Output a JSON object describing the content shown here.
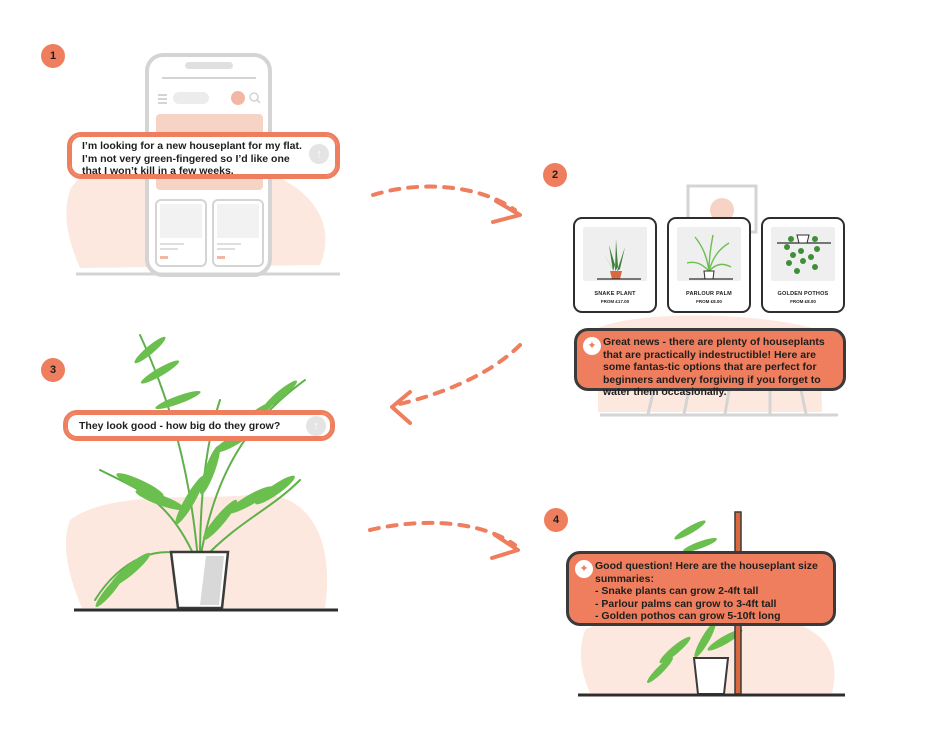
{
  "steps": [
    "1",
    "2",
    "3",
    "4"
  ],
  "panel1": {
    "user_message": "I’m looking for a new houseplant for my flat. I’m not very green-fingered so I’d like one that I won’t kill in a few weeks.",
    "icons": [
      "send-icon",
      "menu-icon",
      "search-icon",
      "sparkle-icon"
    ]
  },
  "panel2": {
    "cards": [
      {
        "name": "SNAKE PLANT",
        "price": "FROM £17.00"
      },
      {
        "name": "PARLOUR PALM",
        "price": "FROM £8.00"
      },
      {
        "name": "GOLDEN POTHOS",
        "price": "FROM £8.00"
      }
    ],
    "bot_message": "Great news - there are plenty of houseplants that are practically indestructible! Here are some fantas-tic options that are perfect for beginners andvery forgiving if you forget to water them occasionally."
  },
  "panel3": {
    "user_message": "They look good - how big do they grow?"
  },
  "panel4": {
    "bot_message_lines": [
      "Good question! Here are the houseplant size summaries:",
      "- Snake plants can grow 2-4ft tall",
      "- Parlour palms can grow to 3-4ft tall",
      "- Golden pothos can grow 5-10ft long"
    ]
  },
  "colors": {
    "accent": "#ee7e5d",
    "blush": "#fce8df",
    "outline": "#3a3a3a",
    "leaf": "#6bbf4e",
    "grey": "#d4d4d4"
  }
}
